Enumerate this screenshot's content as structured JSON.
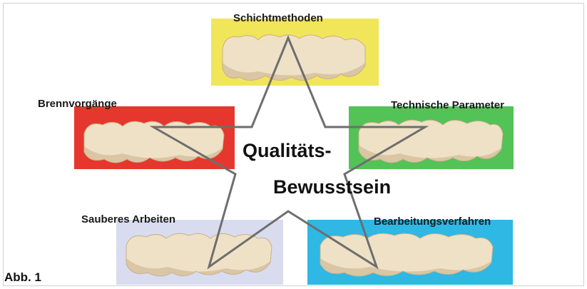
{
  "figure_label": "Abb. 1",
  "center": {
    "line1": "Qualitäts-",
    "line2": "Bewusstsein"
  },
  "factors": [
    {
      "label": "Schichtmethoden",
      "panel_color": "#f1e55a"
    },
    {
      "label": "Brennvorgänge",
      "panel_color": "#e5372d"
    },
    {
      "label": "Technische Parameter",
      "panel_color": "#53c257"
    },
    {
      "label": "Sauberes Arbeiten",
      "panel_color": "#d9dcef"
    },
    {
      "label": "Bearbeitungsverfahren",
      "panel_color": "#2eb8e3"
    }
  ],
  "colors": {
    "star_outline": "#6e6e6e",
    "tooth": "#efe1c6",
    "tooth_shadow": "#c9b089"
  }
}
